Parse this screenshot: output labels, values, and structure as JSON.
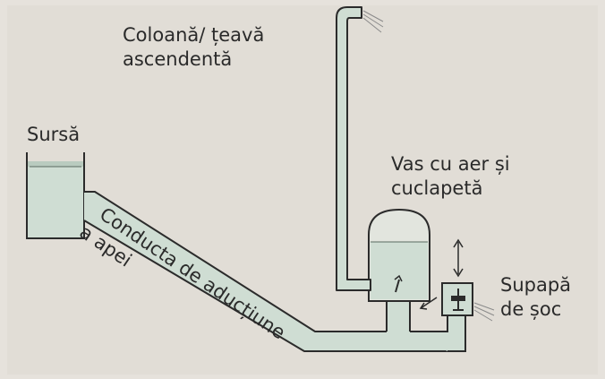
{
  "labels": {
    "source": "Sursă",
    "column_line1": "Coloană/ țeavă",
    "column_line2": "ascendentă",
    "vessel_line1": "Vas cu aer și",
    "vessel_line2": "cuclapetă",
    "valve_line1": "Supapă",
    "valve_line2": "de șoc",
    "pipe_line1": "Conducta de aducțiune",
    "pipe_line2": "a apei"
  },
  "colors": {
    "background": "#e6e2dc",
    "water": "#cfddd3",
    "outline": "#2b2b2b",
    "text": "#2a2a2a"
  }
}
